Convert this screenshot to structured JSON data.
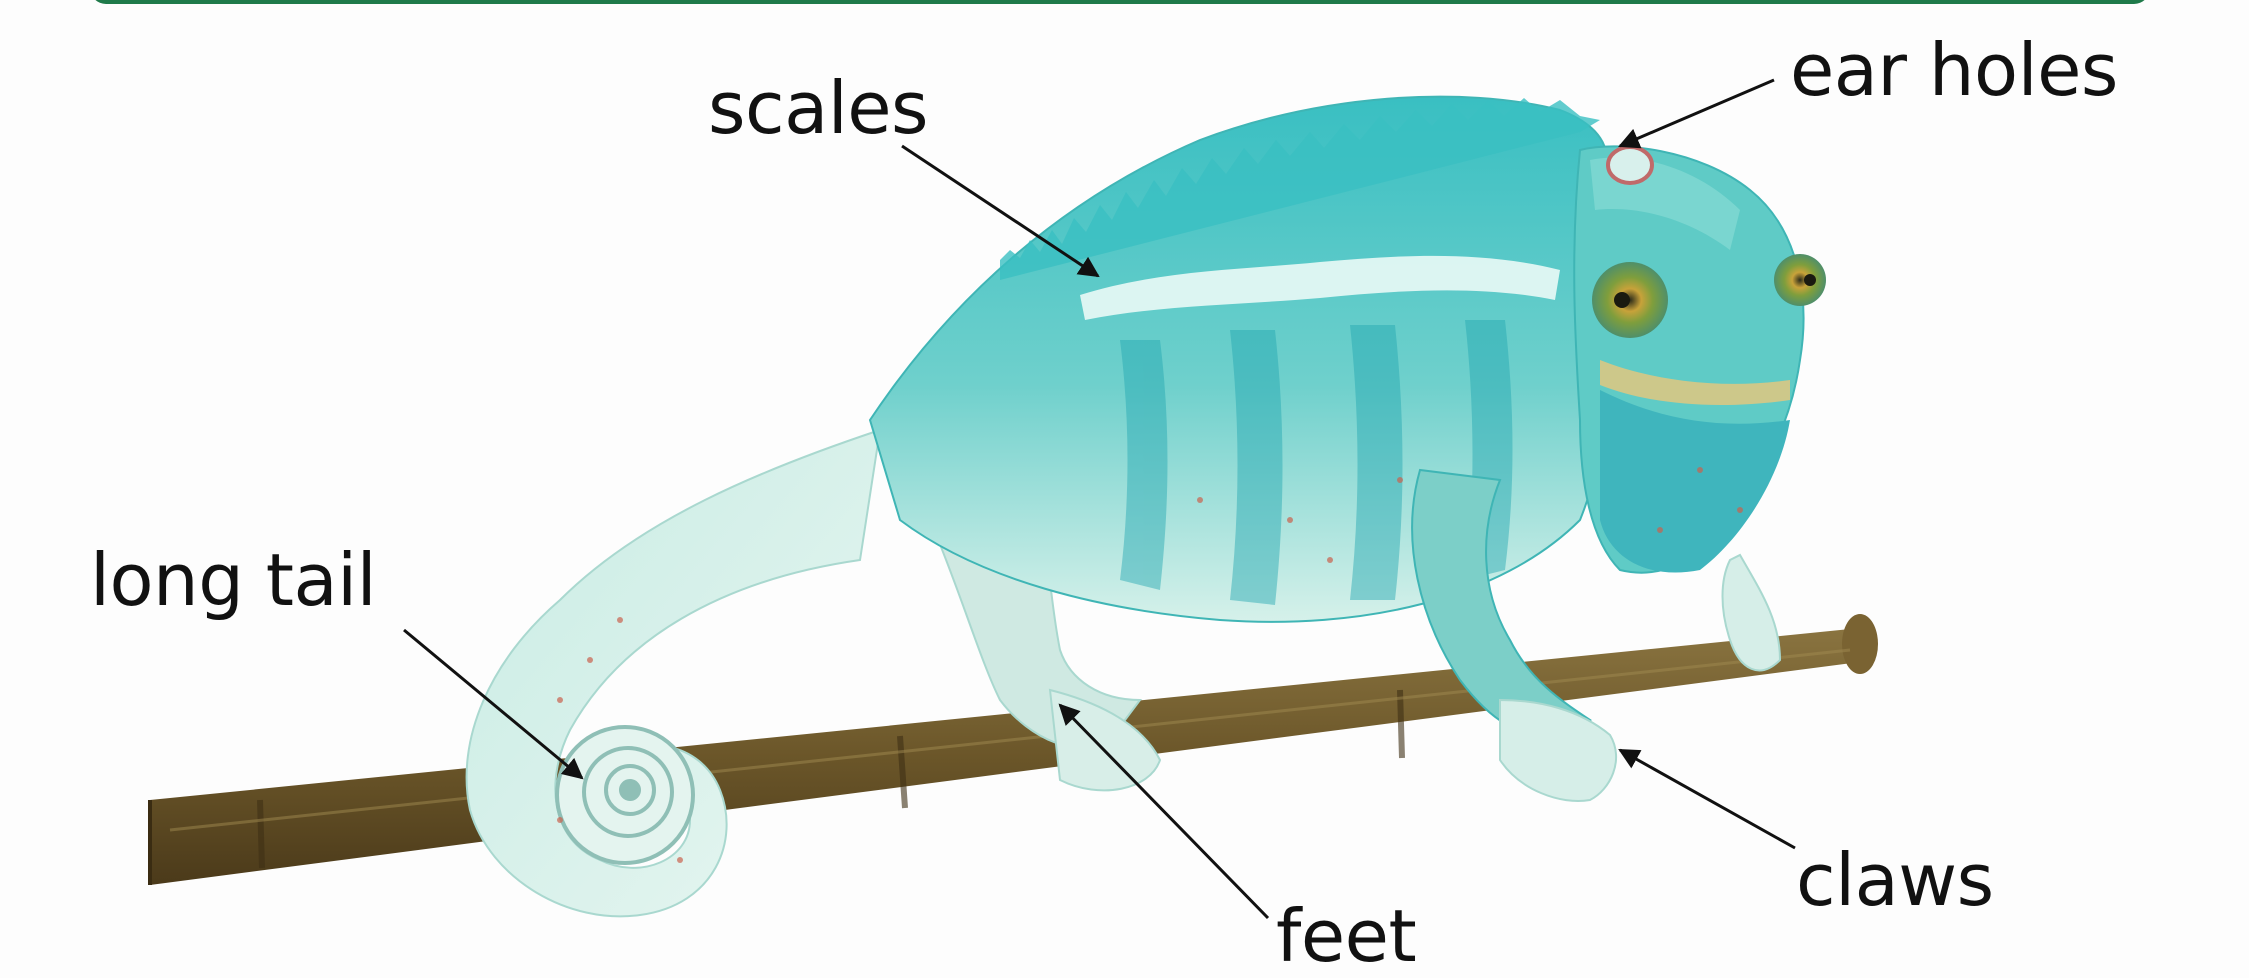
{
  "labels": {
    "scales": "scales",
    "ear_holes": "ear holes",
    "long_tail": "long tail",
    "claws": "claws",
    "feet": "feet"
  },
  "colors": {
    "top_bar": "#1f7a4a",
    "body_teal": "#3fc2c3",
    "body_light": "#bfeee6",
    "branch": "#6f5a2e",
    "label_text": "#111111"
  }
}
